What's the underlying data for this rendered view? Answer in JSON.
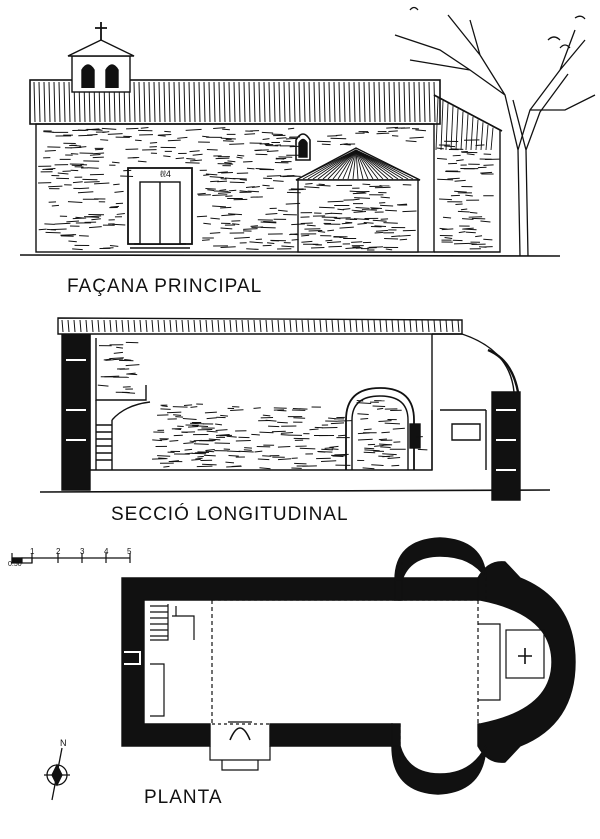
{
  "captions": {
    "facade": "FAÇANA PRINCIPAL",
    "section": "SECCIÓ LONGITUDINAL",
    "plan": "PLANTA"
  },
  "door_inscription": "ℓℓ4",
  "scale_bar": {
    "zero_label": "0.50",
    "ticks": [
      "1",
      "2",
      "3",
      "4",
      "5"
    ]
  },
  "north_label": "N",
  "colors": {
    "ink": "#111111",
    "paper": "#ffffff"
  }
}
